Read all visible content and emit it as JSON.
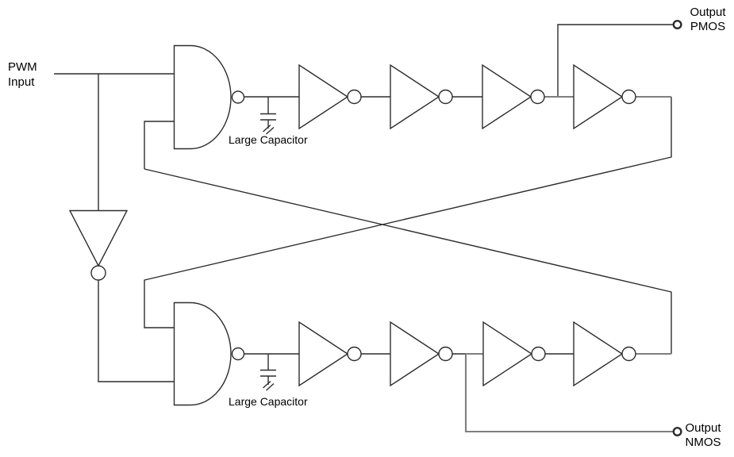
{
  "diagram": {
    "type": "circuit-schematic",
    "description": "PWM dead-time generator: two cross-coupled NAND gates with inverter delay chains, large capacitors, and PMOS/NMOS gate-drive outputs",
    "labels": {
      "pwm": {
        "line1": "PWM",
        "line2": "Input"
      },
      "cap_top": "Large Capacitor",
      "cap_bottom": "Large Capacitor",
      "out_pmos": {
        "line1": "Output",
        "line2": "PMOS"
      },
      "out_nmos": {
        "line1": "Output",
        "line2": "NMOS"
      }
    },
    "colors": {
      "stroke": "#2d2d2d",
      "gray_wire": "#7f7f7f",
      "text": "#000000",
      "background": "#ffffff"
    },
    "components": [
      "nand-gate-top",
      "nand-gate-bottom",
      "inverter-feedback-left",
      "inverter-chain-top-x4",
      "inverter-chain-bottom-x4",
      "large-capacitor-top",
      "large-capacitor-bottom",
      "terminal-output-pmos",
      "terminal-output-nmos",
      "cross-coupling-wires"
    ]
  }
}
